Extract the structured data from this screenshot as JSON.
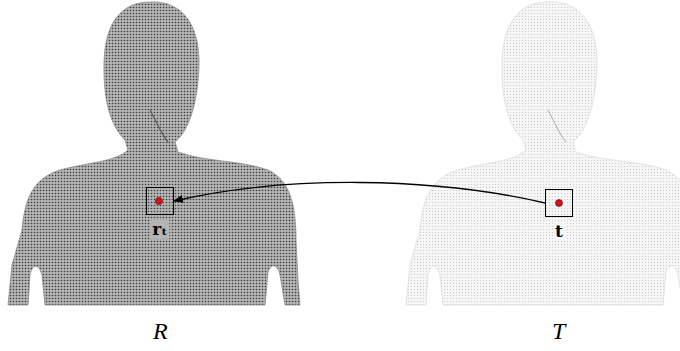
{
  "diagram": {
    "nodes": [
      {
        "text": [
          "rₜ"
        ]
      },
      {
        "text": [
          "t"
        ]
      }
    ],
    "edges": [
      {
        "from": 1,
        "to": 0,
        "arrow": "to"
      }
    ],
    "labels": [
      "R",
      "T"
    ]
  }
}
